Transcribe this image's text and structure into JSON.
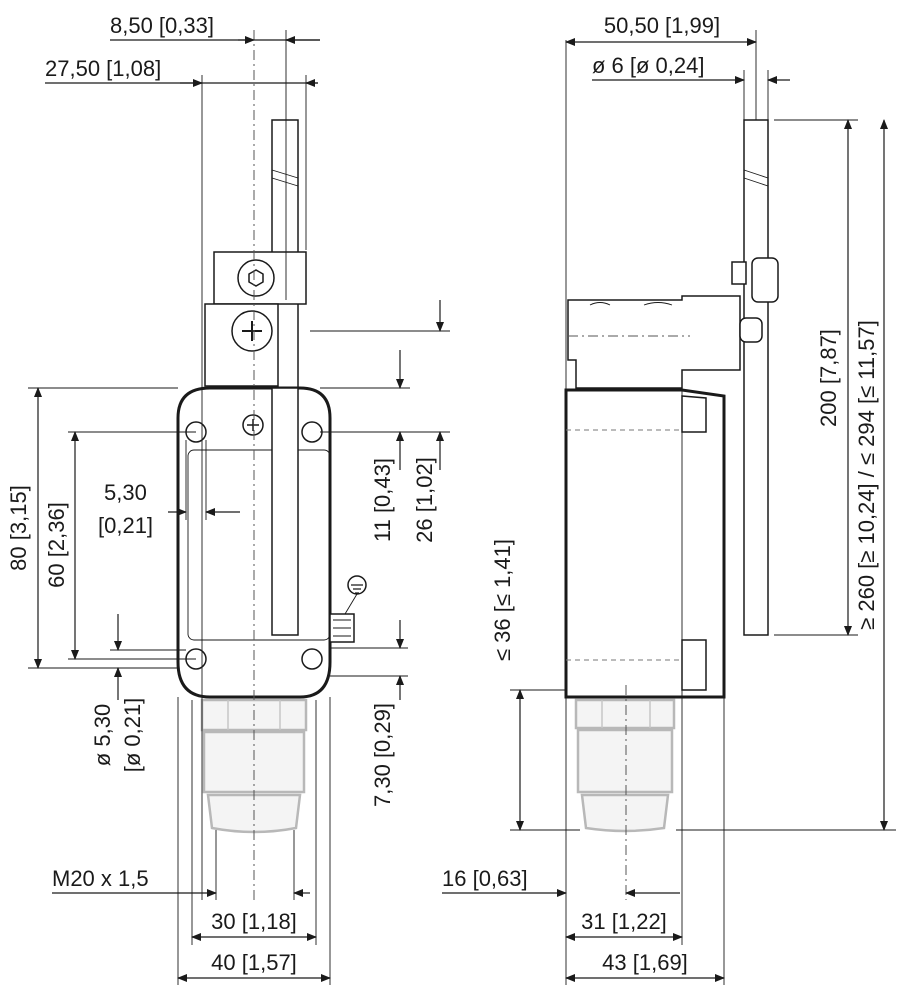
{
  "dimensions": {
    "top_8_50": "8,50 [0,33]",
    "top_27_50": "27,50 [1,08]",
    "top_50_50": "50,50 [1,99]",
    "top_dia6": "ø 6 [ø 0,24]",
    "hole_5_30_line1": "5,30",
    "hole_5_30_line2": "[0,21]",
    "height_80": "80 [3,15]",
    "height_60": "60 [2,36]",
    "right_11": "11 [0,43]",
    "right_26": "26 [1,02]",
    "dia_5_30_line1": "ø 5,30",
    "dia_5_30_line2": "[ø 0,21]",
    "right_7_30": "7,30 [0,29]",
    "thread": "M20 x 1,5",
    "width_30": "30 [1,18]",
    "width_40": "40 [1,57]",
    "side_36": "≤ 36 [≤ 1,41]",
    "side_16": "16 [0,63]",
    "side_31": "31 [1,22]",
    "side_43": "43 [1,69]",
    "rod_200": "200 [7,87]",
    "total_260": "≥ 260 [≥ 10,24] / ≤ 294 [≤ 11,57]"
  },
  "icons": [
    "ground-symbol"
  ]
}
